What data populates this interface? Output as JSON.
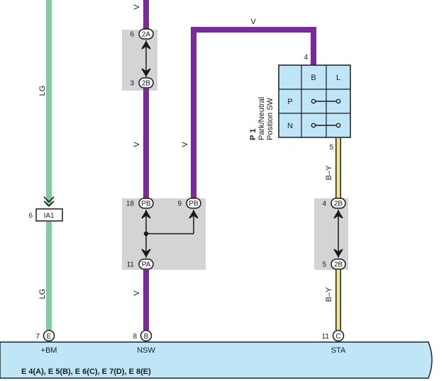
{
  "colors": {
    "wire_lg": "#7fcca0",
    "wire_v": "#7a2a9a",
    "wire_by": "#f3e58c",
    "wire_by_edge": "#222222",
    "junction_box": "#d4d4d6",
    "ecm_block": "#bfe6f7",
    "switch_fill": "#bfe6f7"
  },
  "wires": {
    "left_lg_top": "LG",
    "left_lg_bottom": "LG",
    "mid_v_top": "V",
    "mid_v_mid": "V",
    "mid_v_bottom": "V",
    "second_v": "V",
    "top_v": "V",
    "right_by_top": "B–Y",
    "right_by_bottom": "B–Y"
  },
  "connectors": {
    "c_2a": {
      "pin": "6",
      "label": "2A"
    },
    "c_2b_top": {
      "pin": "3",
      "label": "2B"
    },
    "c_pb_18": {
      "pin": "18",
      "label": "PB"
    },
    "c_pb_9": {
      "pin": "9",
      "label": "PB"
    },
    "c_pa_11": {
      "pin": "11",
      "label": "PA"
    },
    "c_2b_r4": {
      "pin": "4",
      "label": "2B"
    },
    "c_2b_r5": {
      "pin": "5",
      "label": "2B"
    },
    "c_ia1": {
      "pin": "6",
      "label": "IA1"
    }
  },
  "switch": {
    "id": "P 1",
    "name_line1": "Park/Neutral",
    "name_line2": "Position SW",
    "pin_top": "4",
    "pin_bottom": "5",
    "col_b": "B",
    "col_l": "L",
    "row_p": "P",
    "row_n": "N"
  },
  "ecm": {
    "connectors_text": "E 4(A), E 5(B), E 6(C), E 7(D), E 8(E)",
    "t1": {
      "pin": "7",
      "letter": "E",
      "name": "+BM"
    },
    "t2": {
      "pin": "8",
      "letter": "B",
      "name": "NSW"
    },
    "t3": {
      "pin": "11",
      "letter": "C",
      "name": "STA"
    }
  }
}
